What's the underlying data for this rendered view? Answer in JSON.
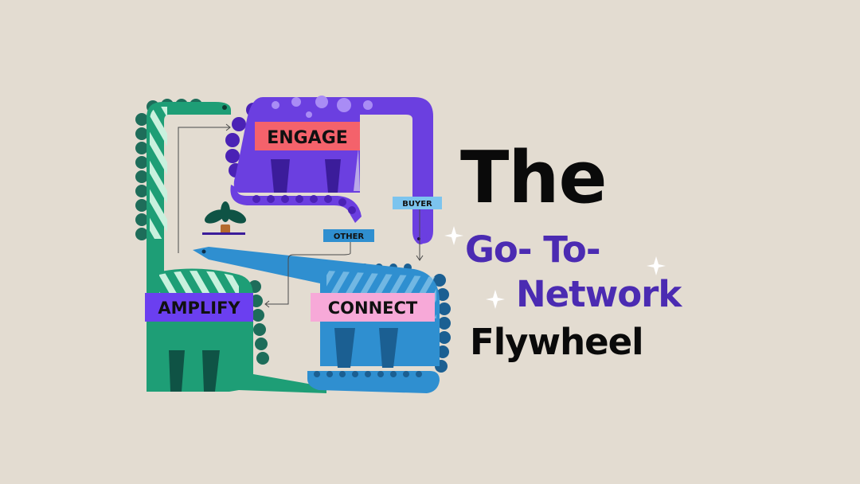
{
  "labels": {
    "engage": "ENGAGE",
    "amplify": "AMPLIFY",
    "connect": "CONNECT",
    "buyer": "BUYER",
    "other": "OTHER"
  },
  "heading": {
    "line1": "The",
    "line2": "Go- To-",
    "line3": "Network",
    "line4": "Flywheel"
  },
  "colors": {
    "background": "#e3dcd1",
    "engage_dino": "#6b3fe0",
    "amplify_dino": "#1e9e76",
    "connect_dino": "#2f8fd0",
    "engage_label": "#f4626b",
    "amplify_label": "#6b3ff0",
    "connect_label": "#f7a9d8",
    "buyer_label": "#7cc4ee",
    "other_label": "#2f8fd0",
    "heading_dark": "#0a0a0a",
    "heading_purple": "#4b2bb2"
  }
}
